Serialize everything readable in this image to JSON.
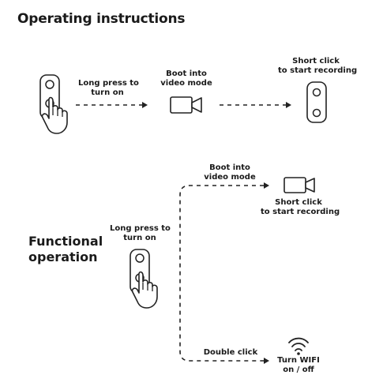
{
  "title": "Operating instructions",
  "top_flow": {
    "step1": {
      "line1": "Long press to",
      "line2": "turn on"
    },
    "step2": {
      "line1": "Boot into",
      "line2": "video mode"
    },
    "step3": {
      "line1": "Short click",
      "line2": "to start recording"
    }
  },
  "functional": {
    "heading_line1": "Functional",
    "heading_line2": "operation",
    "press": {
      "line1": "Long press to",
      "line2": "turn on"
    },
    "branch_video": {
      "boot_line1": "Boot into",
      "boot_line2": "video mode",
      "click_line1": "Short click",
      "click_line2": "to start recording"
    },
    "branch_wifi": {
      "action": "Double click",
      "result_line1": "Turn WIFI",
      "result_line2": "on / off"
    }
  }
}
